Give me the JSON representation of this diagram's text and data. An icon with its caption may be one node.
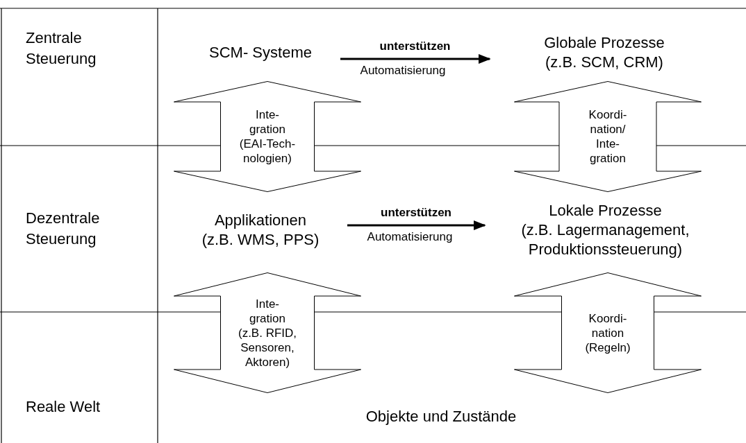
{
  "diagram": {
    "nodes": [
      {
        "text": [
          "SCM- Systeme"
        ]
      },
      {
        "text": [
          "Globale Prozesse",
          "(z.B. SCM, CRM)"
        ]
      },
      {
        "text": [
          "Applikationen",
          "(z.B. WMS, PPS)"
        ]
      },
      {
        "text": [
          "Lokale Prozesse",
          "(z.B. Lagermanagement, Produktionssteuerung)"
        ]
      },
      {
        "text": [
          "Objekte und Zustände"
        ]
      },
      {
        "text": [
          "Inte- gration (EAI-Tech- nologien)"
        ]
      },
      {
        "text": [
          "Koordi- nation/ Inte- gration"
        ]
      },
      {
        "text": [
          "Inte- gration (z.B. RFID, Sensoren, Aktoren)"
        ]
      },
      {
        "text": [
          "Koordi- nation (Regeln)"
        ]
      }
    ],
    "edges": [
      {
        "from": 0,
        "to": 1,
        "arrow": "to",
        "label": "unterstützen"
      },
      {
        "from": 2,
        "to": 3,
        "arrow": "to",
        "label": "unterstützen"
      }
    ],
    "labels": [
      "Zentrale Steuerung",
      "Automatisierung",
      "Dezentrale Steuerung",
      "Automatisierung",
      "Reale Welt"
    ]
  }
}
